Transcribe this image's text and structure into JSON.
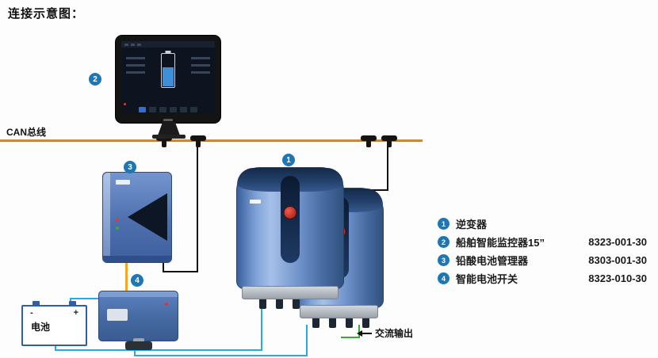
{
  "title": "连接示意图：",
  "can_bus": {
    "label": "CAN总线"
  },
  "diagram": {
    "battery_label": "电池",
    "battery_plus": "+",
    "battery_minus": "-",
    "ac_output_label": "交流输出"
  },
  "legend": {
    "items": [
      {
        "num": "1",
        "label": "逆变器",
        "part": ""
      },
      {
        "num": "2",
        "label": "船舶智能监控器15”",
        "part": "8323-001-30"
      },
      {
        "num": "3",
        "label": "铅酸电池管理器",
        "part": "8303-001-30"
      },
      {
        "num": "4",
        "label": "智能电池开关",
        "part": "8323-010-30"
      }
    ]
  },
  "colors": {
    "can_bus": "#c08a3e",
    "badge": "#1e76b4",
    "wire_dc": "#29abe2",
    "wire_ac": "#3aaa35",
    "wire_manager_link": "#f5a623",
    "device_blue": "#4a6fb0"
  }
}
